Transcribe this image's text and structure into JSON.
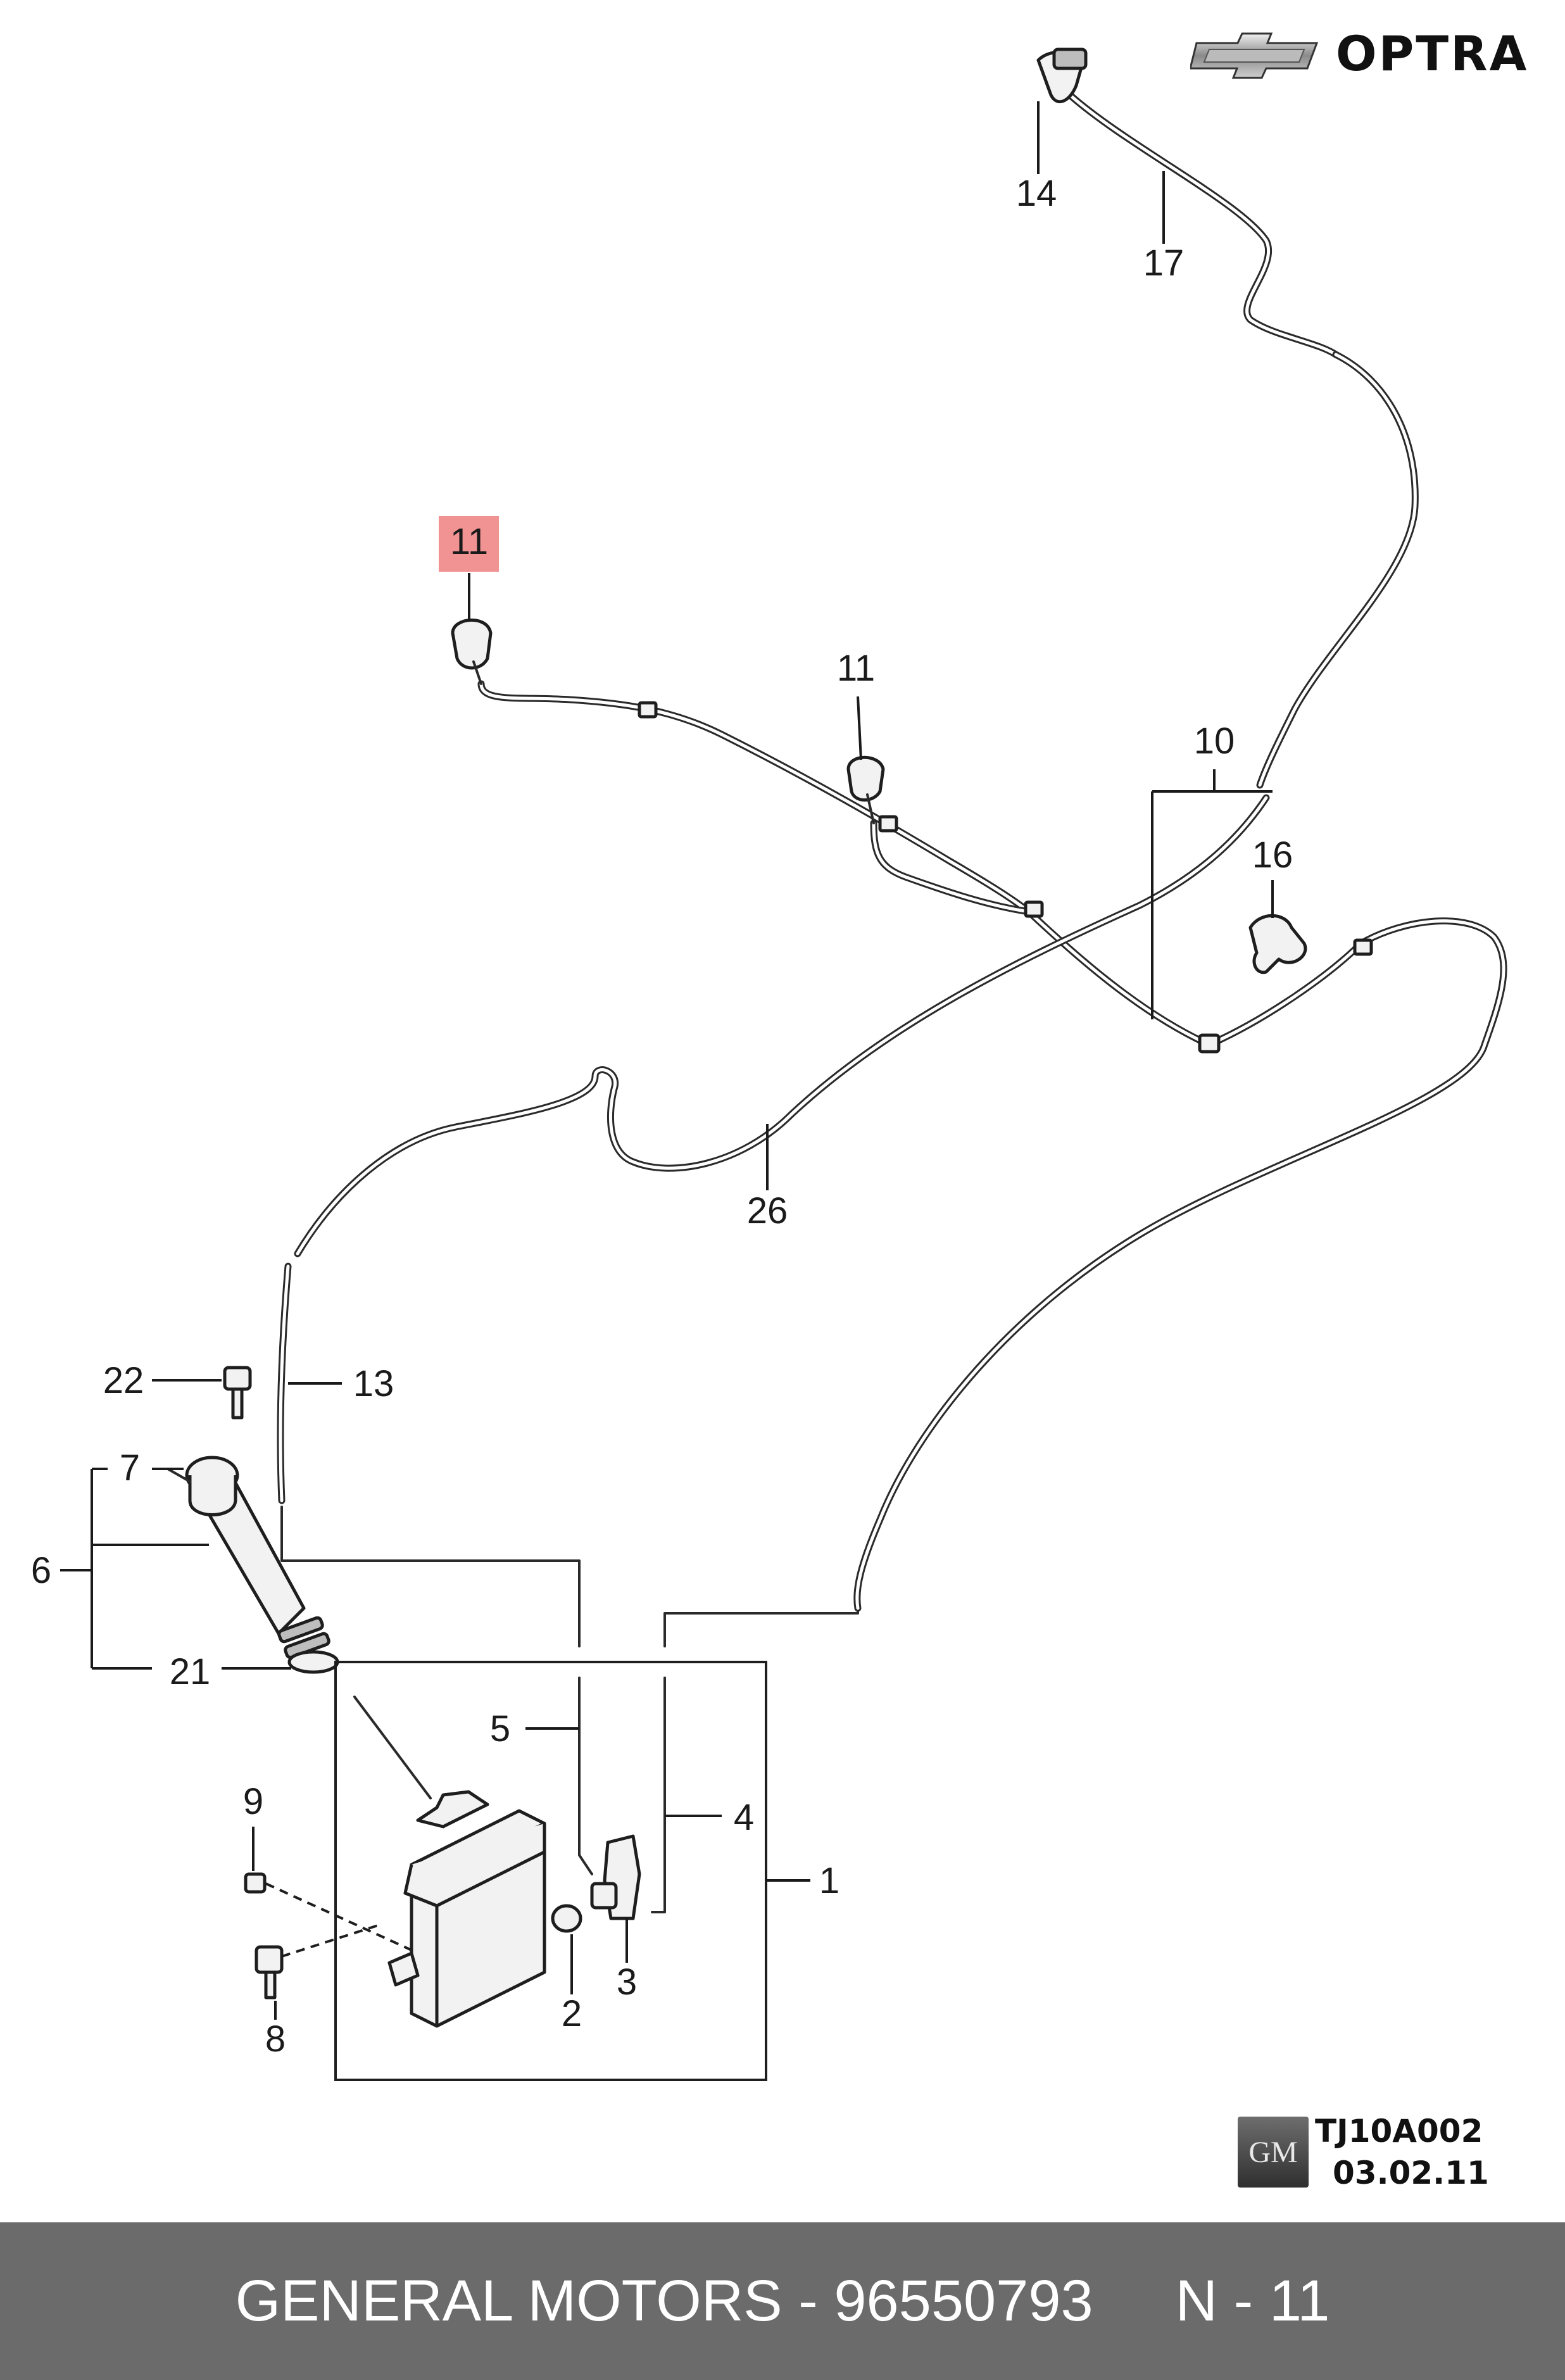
{
  "brand": {
    "name": "OPTRA",
    "logo_icon": "chevrolet-bowtie-icon"
  },
  "callouts": {
    "c1": "1",
    "c2": "2",
    "c3": "3",
    "c4": "4",
    "c5": "5",
    "c6": "6",
    "c7": "7",
    "c8": "8",
    "c9": "9",
    "c10": "10",
    "c11a": "11",
    "c11b": "11",
    "c13": "13",
    "c14": "14",
    "c16": "16",
    "c17": "17",
    "c21": "21",
    "c22": "22",
    "c26": "26"
  },
  "highlight": {
    "part": "11",
    "color": "#f08080"
  },
  "reference": {
    "badge": "GM",
    "code": "TJ10A002",
    "date": "03.02.11"
  },
  "footer": {
    "text": "GENERAL MOTORS - 96550793",
    "page": "N - 11",
    "background": "#6b6b6b"
  }
}
